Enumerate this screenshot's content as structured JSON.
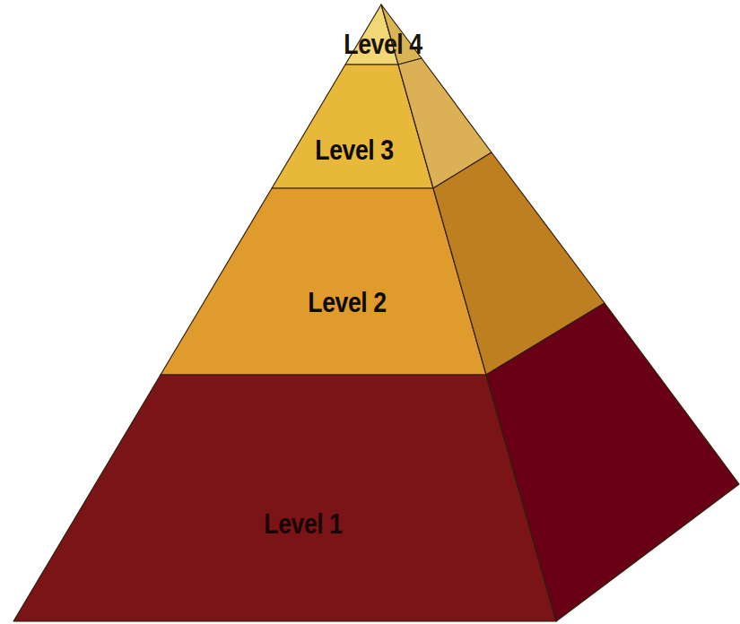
{
  "diagram": {
    "nodes": [
      {
        "text": [
          "Level 4"
        ]
      },
      {
        "text": [
          "Level 3"
        ]
      },
      {
        "text": [
          "Level 2"
        ]
      },
      {
        "text": [
          "Level 1"
        ]
      }
    ]
  }
}
